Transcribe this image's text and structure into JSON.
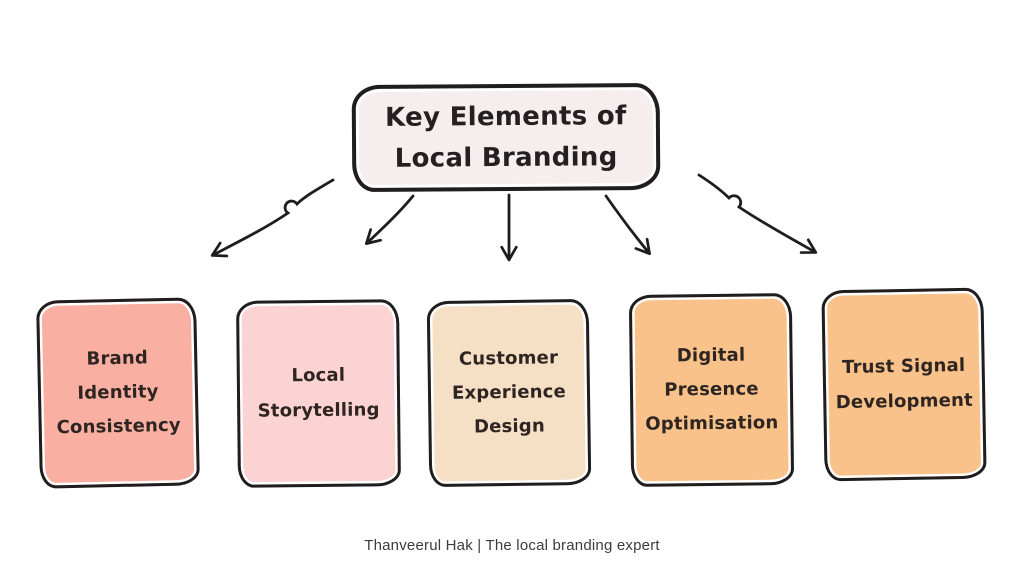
{
  "title": "Key Elements of Local Branding",
  "items": [
    {
      "label": "Brand Identity Consistency",
      "color": "#f9b0a2"
    },
    {
      "label": "Local Storytelling",
      "color": "#fad3d2"
    },
    {
      "label": "Customer Experience Design",
      "color": "#f5dfc5"
    },
    {
      "label": "Digital Presence Optimisation",
      "color": "#f8c28a"
    },
    {
      "label": "Trust Signal Development",
      "color": "#f8c28a"
    }
  ],
  "footer": "Thanveerul Hak | The local branding expert",
  "colors": {
    "background": "#ffffff",
    "outline": "#201d1e",
    "title_box_fill": "#f6edef",
    "box_text_color": "#2e2522",
    "footer_text_color": "#3c3c3c"
  }
}
